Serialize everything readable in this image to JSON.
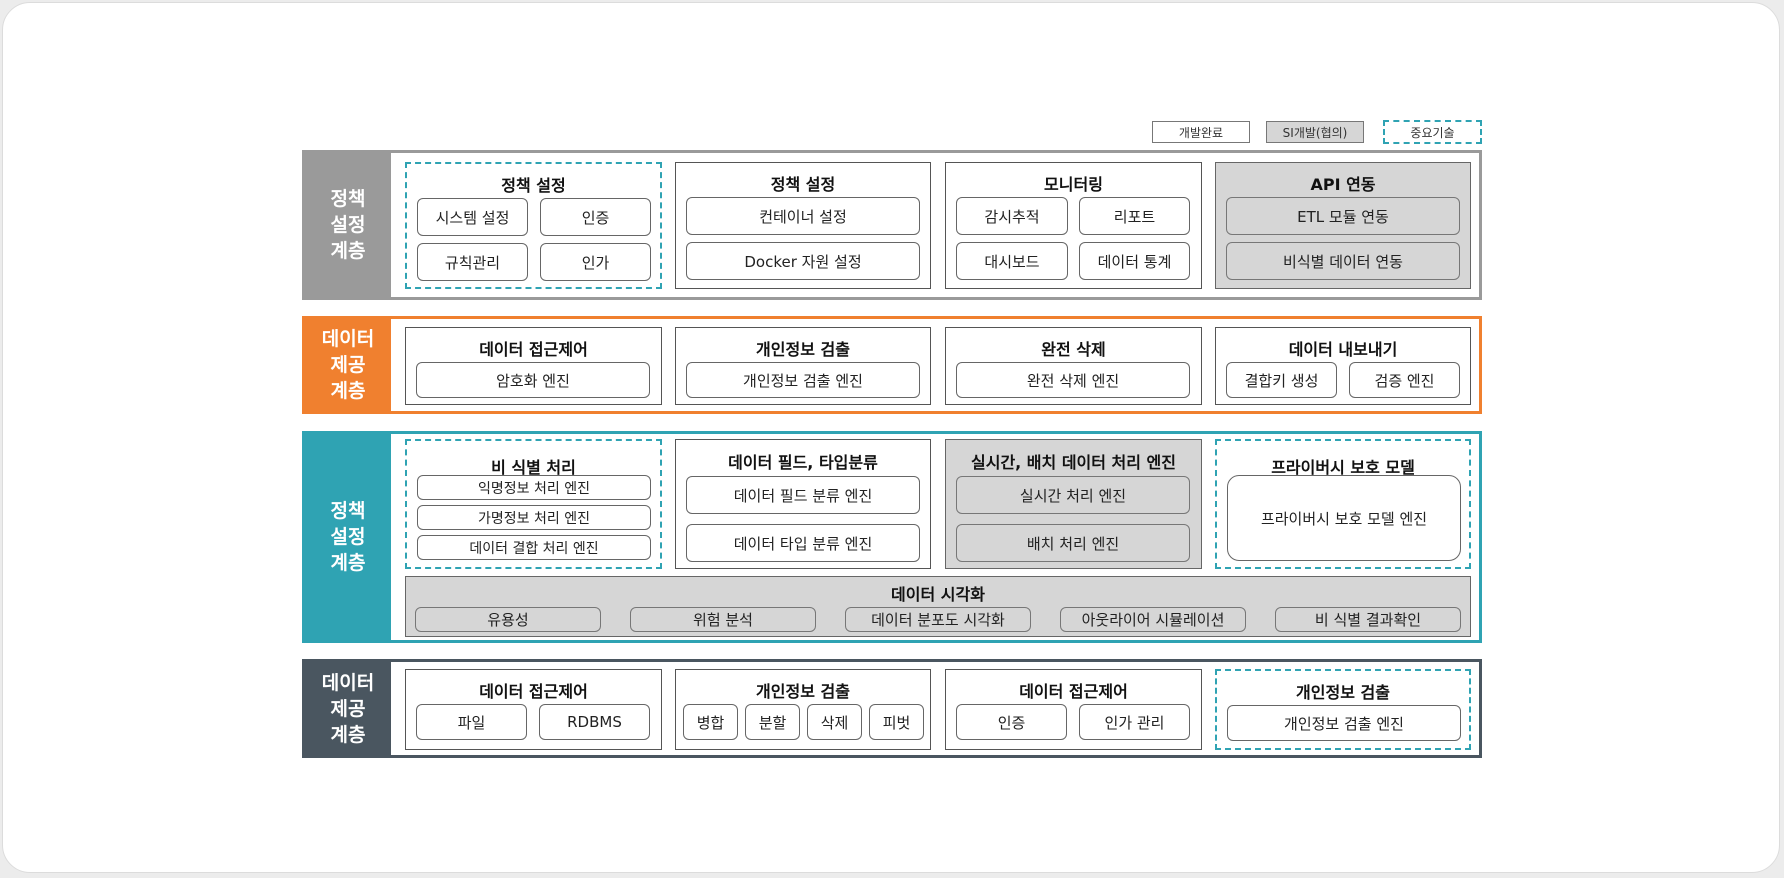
{
  "legend": {
    "done": "개발완료",
    "si": "SI개발(협의)",
    "key": "중요기술"
  },
  "layers": [
    {
      "label": "정책 설정 계층",
      "color": "#9a9a9a",
      "modules": [
        {
          "title": "정책 설정",
          "items": [
            "시스템 설정",
            "인증",
            "규칙관리",
            "인가"
          ]
        },
        {
          "title": "정책 설정",
          "items": [
            "컨테이너 설정",
            "Docker 자원 설정"
          ]
        },
        {
          "title": "모니터링",
          "items": [
            "감시추적",
            "리포트",
            "대시보드",
            "데이터 통계"
          ]
        },
        {
          "title": "API 연동",
          "items": [
            "ETL 모듈 연동",
            "비식별 데이터 연동"
          ]
        }
      ]
    },
    {
      "label": "데이터 제공 계층",
      "color": "#f0802f",
      "modules": [
        {
          "title": "데이터 접근제어",
          "items": [
            "암호화 엔진"
          ]
        },
        {
          "title": "개인정보 검출",
          "items": [
            "개인정보 검출 엔진"
          ]
        },
        {
          "title": "완전 삭제",
          "items": [
            "완전 삭제 엔진"
          ]
        },
        {
          "title": "데이터 내보내기",
          "items": [
            "결합키 생성",
            "검증 엔진"
          ]
        }
      ]
    },
    {
      "label": "정책 설정 계층",
      "color": "#2fa3b3",
      "modules": [
        {
          "title": "비 식별 처리",
          "items": [
            "익명정보 처리 엔진",
            "가명정보 처리 엔진",
            "데이터 결합 처리 엔진"
          ]
        },
        {
          "title": "데이터 필드, 타입분류",
          "items": [
            "데이터 필드 분류 엔진",
            "데이터 타입 분류 엔진"
          ]
        },
        {
          "title": "실시간, 배치 데이터 처리 엔진",
          "items": [
            "실시간 처리 엔진",
            "배치 처리 엔진"
          ]
        },
        {
          "title": "프라이버시 보호 모델",
          "items": [
            "프라이버시 보호 모델 엔진"
          ]
        }
      ],
      "visualization": {
        "title": "데이터 시각화",
        "items": [
          "유용성",
          "위험 분석",
          "데이터 분포도 시각화",
          "아웃라이어 시뮬레이션",
          "비 식별 결과확인"
        ]
      }
    },
    {
      "label": "데이터 제공 계층",
      "color": "#4a5660",
      "modules": [
        {
          "title": "데이터 접근제어",
          "items": [
            "파일",
            "RDBMS"
          ]
        },
        {
          "title": "개인정보 검출",
          "items": [
            "병합",
            "분할",
            "삭제",
            "피벗"
          ]
        },
        {
          "title": "데이터 접근제어",
          "items": [
            "인증",
            "인가 관리"
          ]
        },
        {
          "title": "개인정보 검출",
          "items": [
            "개인정보 검출 엔진"
          ]
        }
      ]
    }
  ]
}
